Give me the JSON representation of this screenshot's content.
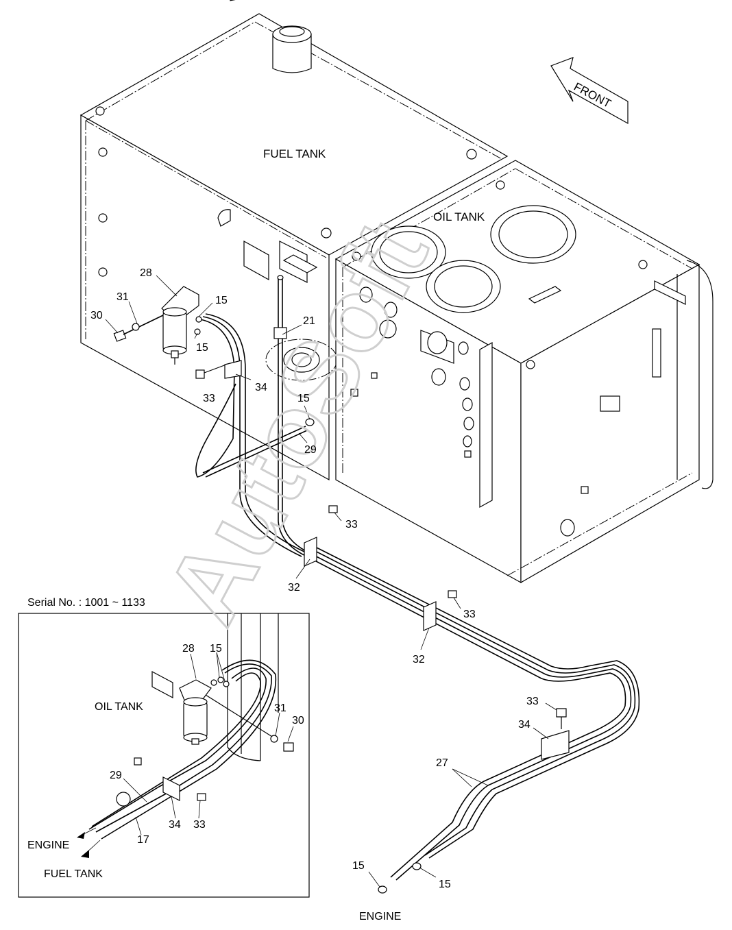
{
  "labels": {
    "fuel_tank": "FUEL TANK",
    "oil_tank": "OIL TANK",
    "front": "FRONT",
    "serial": "Serial No. : 1001 ~ 1133",
    "inset_oil_tank": "OIL TANK",
    "engine_inset": "ENGINE",
    "fuel_tank_inset": "FUEL TANK",
    "engine_bottom": "ENGINE",
    "watermark": "AutoSoft"
  },
  "callouts": {
    "p28": "28",
    "p31": "31",
    "p30": "30",
    "p15a": "15",
    "p15b": "15",
    "p21": "21",
    "p34a": "34",
    "p33a": "33",
    "p15c": "15",
    "p29": "29",
    "p33b": "33",
    "p32a": "32",
    "p33c": "33",
    "p32b": "32",
    "p33d": "33",
    "p34b": "34",
    "p27": "27",
    "p15d": "15",
    "p15e": "15",
    "i28": "28",
    "i15": "15",
    "i31": "31",
    "i30": "30",
    "i29": "29",
    "i34": "34",
    "i33": "33",
    "i17": "17"
  }
}
